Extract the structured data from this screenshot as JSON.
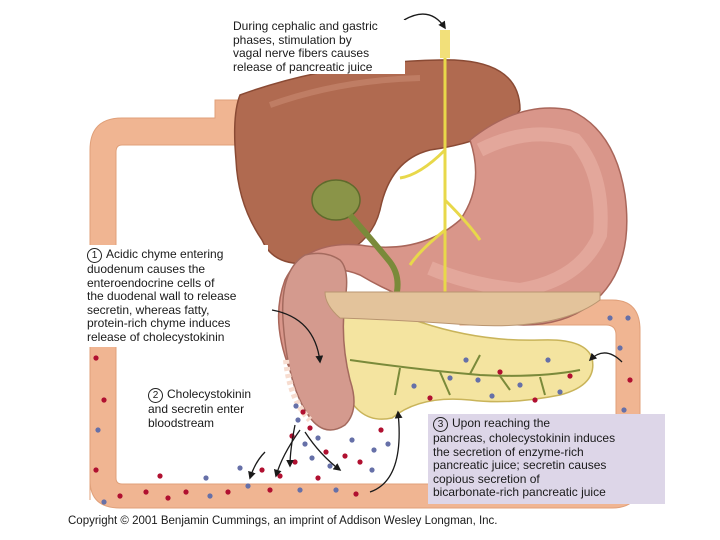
{
  "callouts": {
    "cephalic": {
      "lines": [
        "During cephalic and gastric",
        "phases, stimulation by",
        "vagal nerve fibers causes",
        "release of pancreatic juice"
      ]
    },
    "step1": {
      "number": "1",
      "lines": [
        "Acidic chyme entering",
        "duodenum causes the",
        "enteroendocrine cells of",
        "the duodenal wall to release",
        "secretin, whereas fatty,",
        "protein-rich chyme induces",
        "release of cholecystokinin"
      ]
    },
    "step2": {
      "number": "2",
      "lines": [
        "Cholecystokinin",
        "and secretin enter",
        "bloodstream"
      ]
    },
    "step3": {
      "number": "3",
      "lines": [
        "Upon reaching the",
        "pancreas, cholecystokinin induces",
        "the secretion of enzyme-rich",
        "pancreatic juice; secretin causes",
        "copious secretion of",
        "bicarbonate-rich pancreatic juice"
      ]
    }
  },
  "copyright": "Copyright © 2001 Benjamin Cummings, an imprint of Addison Wesley Longman, Inc.",
  "colors": {
    "blood_vessel": "#f0b592",
    "liver": "#b06a50",
    "stomach": "#d9968a",
    "pancreas": "#f4e4a0",
    "nerve": "#e8d84a",
    "gallbladder": "#8a9448",
    "hormone_red": "#b01030",
    "hormone_blue": "#6670a8",
    "step3_box": "#ddd6e8"
  },
  "icons": [
    "curved-arrow-icon",
    "hormone-dot-icon"
  ]
}
